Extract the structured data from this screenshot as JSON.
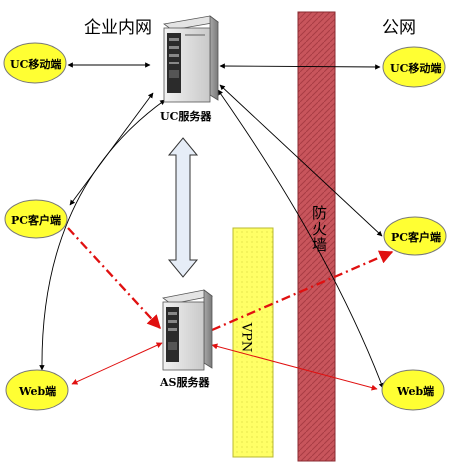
{
  "zones": {
    "intranet": "企业内网",
    "public": "公网"
  },
  "nodes": {
    "uc_mobile_left": "UC移动端",
    "uc_mobile_right": "UC移动端",
    "uc_server": "UC服务器",
    "pc_client_left": "PC客户端",
    "pc_client_right": "PC客户端",
    "as_server": "AS服务器",
    "web_left": "Web端",
    "web_right": "Web端"
  },
  "barriers": {
    "firewall": "防火墙",
    "vpn": "VPN"
  },
  "colors": {
    "ellipse_fill": "#ffff33",
    "firewall_fill": "#c8555c",
    "vpn_fill": "#ffff66",
    "red_link": "#e01010",
    "arrow_fill": "#e6edf7"
  }
}
